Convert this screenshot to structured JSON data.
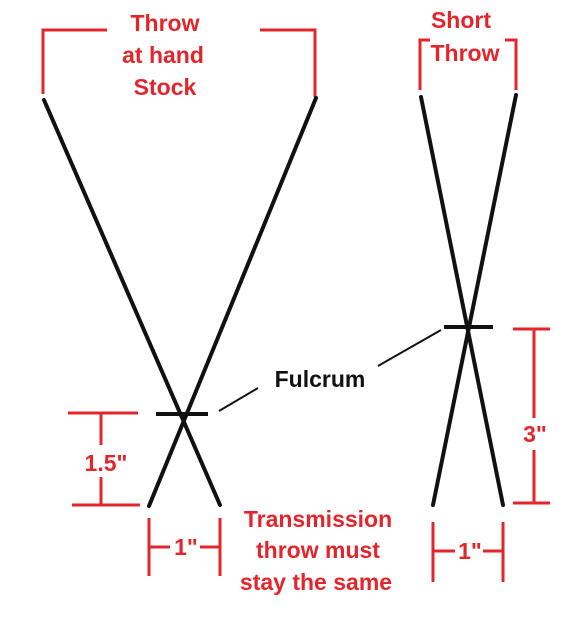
{
  "left_lever": {
    "top_label_line1": "Throw",
    "top_label_line2": "at hand",
    "top_label_line3": "Stock",
    "height_label": "1.5\"",
    "bottom_throw_label": "1\""
  },
  "right_lever": {
    "top_label_line1": "Short",
    "top_label_line2": "Throw",
    "height_label": "3\"",
    "bottom_throw_label": "1\""
  },
  "fulcrum_label": "Fulcrum",
  "transmission_note": {
    "line1": "Transmission",
    "line2": "throw must",
    "line3": "stay the same"
  },
  "colors": {
    "annotation": "#e3262b",
    "lever": "#111111",
    "background": "#ffffff"
  }
}
